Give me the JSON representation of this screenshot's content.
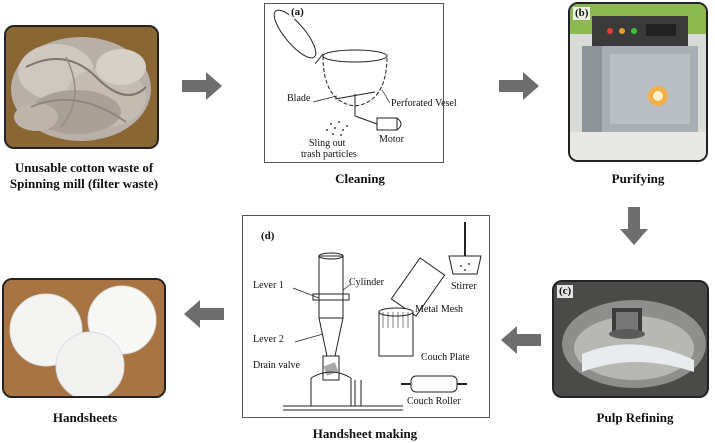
{
  "steps": {
    "waste": {
      "caption": "Unusable cotton waste of Spinning mill (filter waste)"
    },
    "cleaning": {
      "label": "(a)",
      "caption": "Cleaning",
      "labels": {
        "blade": "Blade",
        "perforated": "Perforated Vesel",
        "sling": "Sling out",
        "trash": "trash particles",
        "motor": "Motor"
      }
    },
    "purifying": {
      "label": "(b)",
      "caption": "Purifying"
    },
    "refining": {
      "label": "(c)",
      "caption": "Pulp Refining"
    },
    "handsheet_making": {
      "label": "(d)",
      "caption": "Handsheet making",
      "labels": {
        "lever1": "Lever 1",
        "cylinder": "Cylinder",
        "stirrer": "Stirrer",
        "metal_mesh": "Metal Mesh",
        "lever2": "Lever 2",
        "couch_plate": "Couch Plate",
        "drain_valve": "Drain valve",
        "couch_roller": "Couch Roller"
      }
    },
    "handsheets": {
      "caption": "Handsheets"
    }
  },
  "colors": {
    "arrow": "#6e6e6e",
    "border": "#222222"
  }
}
